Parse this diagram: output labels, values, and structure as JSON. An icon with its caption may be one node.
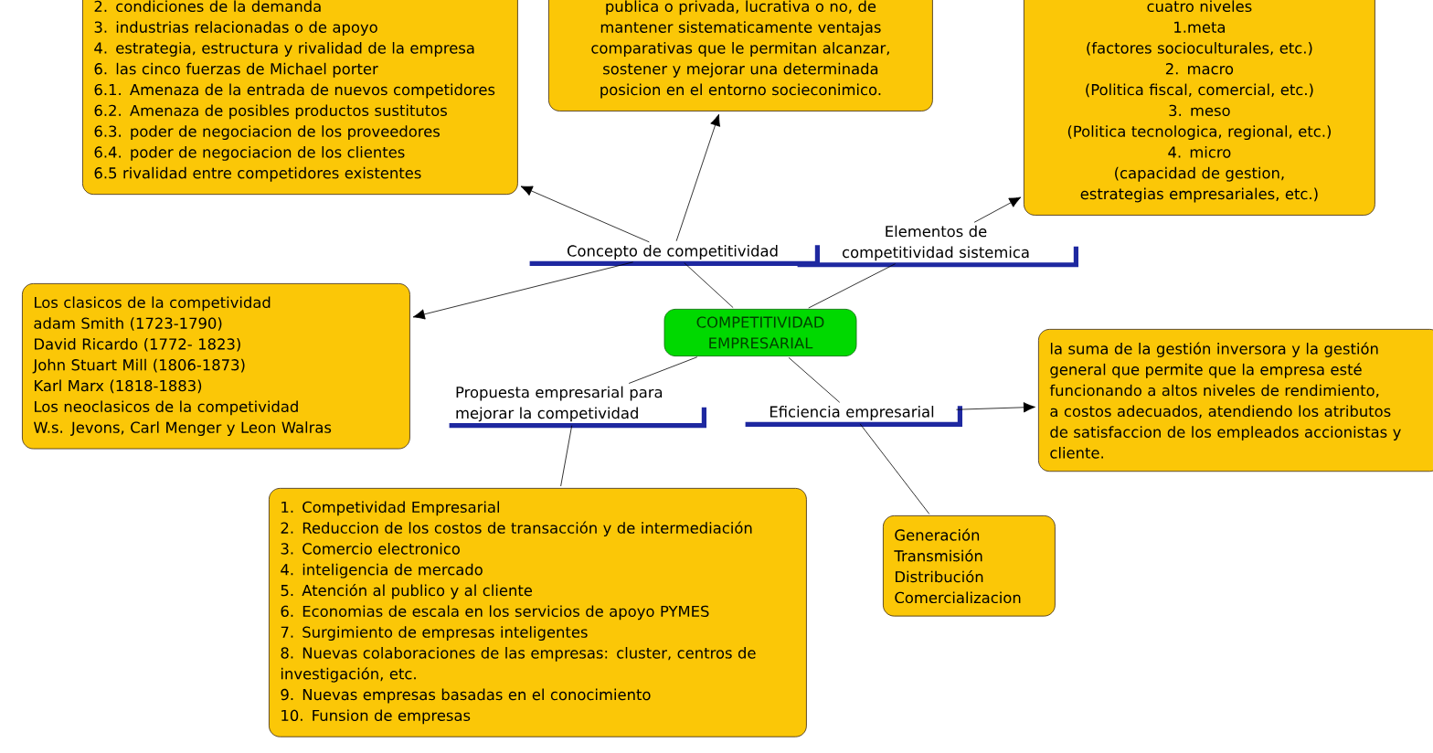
{
  "diagram": {
    "nodes": [
      {
        "text": [
          "COMPETITIVIDAD EMPRESARIAL"
        ]
      },
      {
        "text": [
          "Concepto de competitividad"
        ]
      },
      {
        "text": [
          "Elementos de competitividad sistemica"
        ]
      },
      {
        "text": [
          "Propuesta empresarial para mejorar la competividad"
        ]
      },
      {
        "text": [
          "Eficiencia empresarial"
        ]
      },
      {
        "text": [
          "2. condiciones de la demanda",
          "3. industrias relacionadas o de apoyo",
          "4. estrategia, estructura y rivalidad de la empresa",
          "6. las cinco fuerzas de Michael porter",
          "6.1. Amenaza de la entrada de nuevos competidores",
          "6.2. Amenaza de posibles productos sustitutos",
          "6.3. poder de negociacion de los proveedores",
          "6.4. poder de negociacion de los clientes",
          "6.5 rivalidad entre competidores existentes"
        ]
      },
      {
        "text": [
          "publica o privada, lucrativa o no, de mantener sistematicamente ventajas comparativas que le permitan alcanzar, sostener y mejorar una determinada posicion en el entorno socieconimico."
        ]
      },
      {
        "text": [
          "cuatro niveles",
          "1.meta",
          "(factores socioculturales, etc.)",
          "2. macro",
          "(Politica fiscal, comercial, etc.)",
          "3. meso",
          "(Politica tecnologica, regional, etc.)",
          "4. micro",
          "(capacidad de gestion, estrategias empresariales, etc.)"
        ]
      },
      {
        "text": [
          "Los clasicos de la competividad",
          "adam Smith (1723-1790)",
          "David Ricardo (1772- 1823)",
          "John Stuart Mill (1806-1873)",
          "Karl Marx (1818-1883)",
          "Los neoclasicos de la competividad",
          "W.s. Jevons, Carl Menger y Leon Walras"
        ]
      },
      {
        "text": [
          "la suma de la gestión inversora y la gestión general que permite que la empresa esté funcionando a altos niveles de rendimiento, a costos adecuados, atendiendo los atributos de satisfaccion de los empleados accionistas y cliente."
        ]
      },
      {
        "text": [
          "Generación",
          "Transmisión",
          "Distribución",
          "Comercializacion"
        ]
      },
      {
        "text": [
          "1. Competividad Empresarial",
          "2. Reduccion de los costos de transacción y de intermediación",
          "3. Comercio electronico",
          "4. inteligencia de mercado",
          "5. Atención al publico y al cliente",
          "6. Economias de escala en los servicios de apoyo PYMES",
          "7. Surgimiento de empresas inteligentes",
          "8. Nuevas colaboraciones de las empresas: cluster, centros de investigación, etc.",
          "9. Nuevas empresas basadas en el conocimiento",
          "10. Funsion de empresas"
        ]
      }
    ],
    "edges": [
      {
        "from": 0,
        "to": 1,
        "arrow": "none"
      },
      {
        "from": 0,
        "to": 2,
        "arrow": "none"
      },
      {
        "from": 0,
        "to": 3,
        "arrow": "none"
      },
      {
        "from": 0,
        "to": 4,
        "arrow": "none"
      },
      {
        "from": 1,
        "to": 5,
        "arrow": "to"
      },
      {
        "from": 1,
        "to": 6,
        "arrow": "to"
      },
      {
        "from": 1,
        "to": 8,
        "arrow": "to"
      },
      {
        "from": 2,
        "to": 7,
        "arrow": "to"
      },
      {
        "from": 4,
        "to": 9,
        "arrow": "to"
      },
      {
        "from": 4,
        "to": 10,
        "arrow": "none"
      },
      {
        "from": 3,
        "to": 11,
        "arrow": "none"
      }
    ]
  }
}
